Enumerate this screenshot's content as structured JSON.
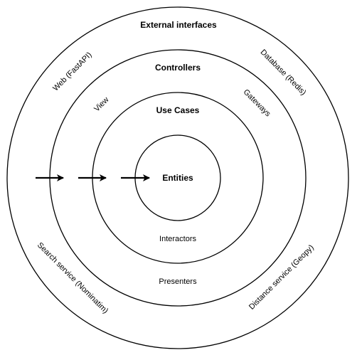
{
  "rings": {
    "external": {
      "title": "External interfaces",
      "labels": {
        "web": "Web (FastAPI)",
        "database": "Database (Redis)",
        "search": "Search service (Nominatim)",
        "distance": "Distance service (Geopy)"
      }
    },
    "controllers": {
      "title": "Controllers",
      "labels": {
        "view": "View",
        "gateways": "Gateways",
        "presenters": "Presenters"
      }
    },
    "use_cases": {
      "title": "Use Cases",
      "labels": {
        "interactors": "Interactors"
      }
    },
    "entities": {
      "title": "Entities"
    }
  },
  "arrows": {
    "count": 3,
    "direction": "inward"
  }
}
